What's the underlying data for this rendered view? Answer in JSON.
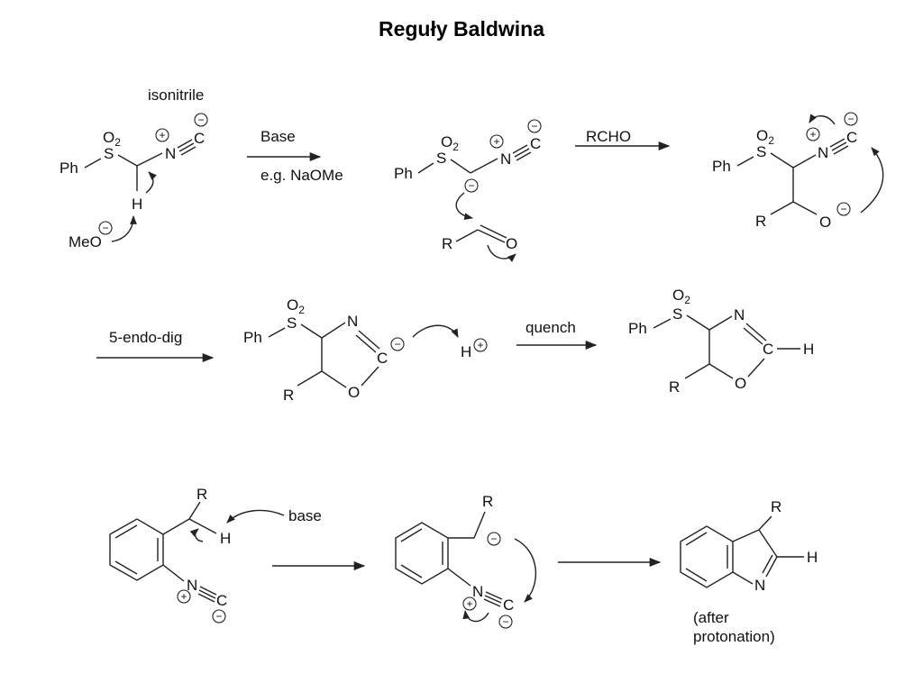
{
  "title": "Reguły Baldwina",
  "labels": {
    "isonitrile": "isonitrile",
    "base_reagent": "Base",
    "base_example": "e.g. NaOMe",
    "rcho": "RCHO",
    "endo_dig": "5-endo-dig",
    "quench": "quench",
    "base_lower": "base",
    "after_protonation_1": "(after",
    "after_protonation_2": "protonation)"
  },
  "atoms": {
    "ph": "Ph",
    "s": "S",
    "o2": "O",
    "o2_sub": "2",
    "n": "N",
    "c": "C",
    "h": "H",
    "o": "O",
    "r": "R",
    "meo": "MeO",
    "plus": "+",
    "minus": "−"
  }
}
